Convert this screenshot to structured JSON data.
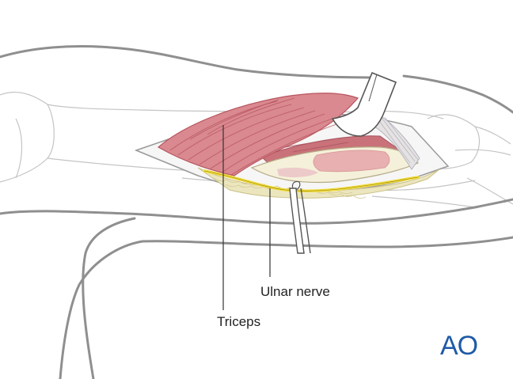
{
  "labels": {
    "ulnar_nerve": "Ulnar nerve",
    "triceps": "Triceps"
  },
  "logo": {
    "text": "AO",
    "color": "#1f5aa6"
  },
  "colors": {
    "outline": "#8a8a8a",
    "outline_light": "#b9b9b9",
    "muscle": "#d9898f",
    "muscle_dark": "#b8545e",
    "fat": "#ece6bf",
    "nerve": "#f2dc3a",
    "bone": "#f5f0da",
    "instrument": "#ffffff"
  }
}
